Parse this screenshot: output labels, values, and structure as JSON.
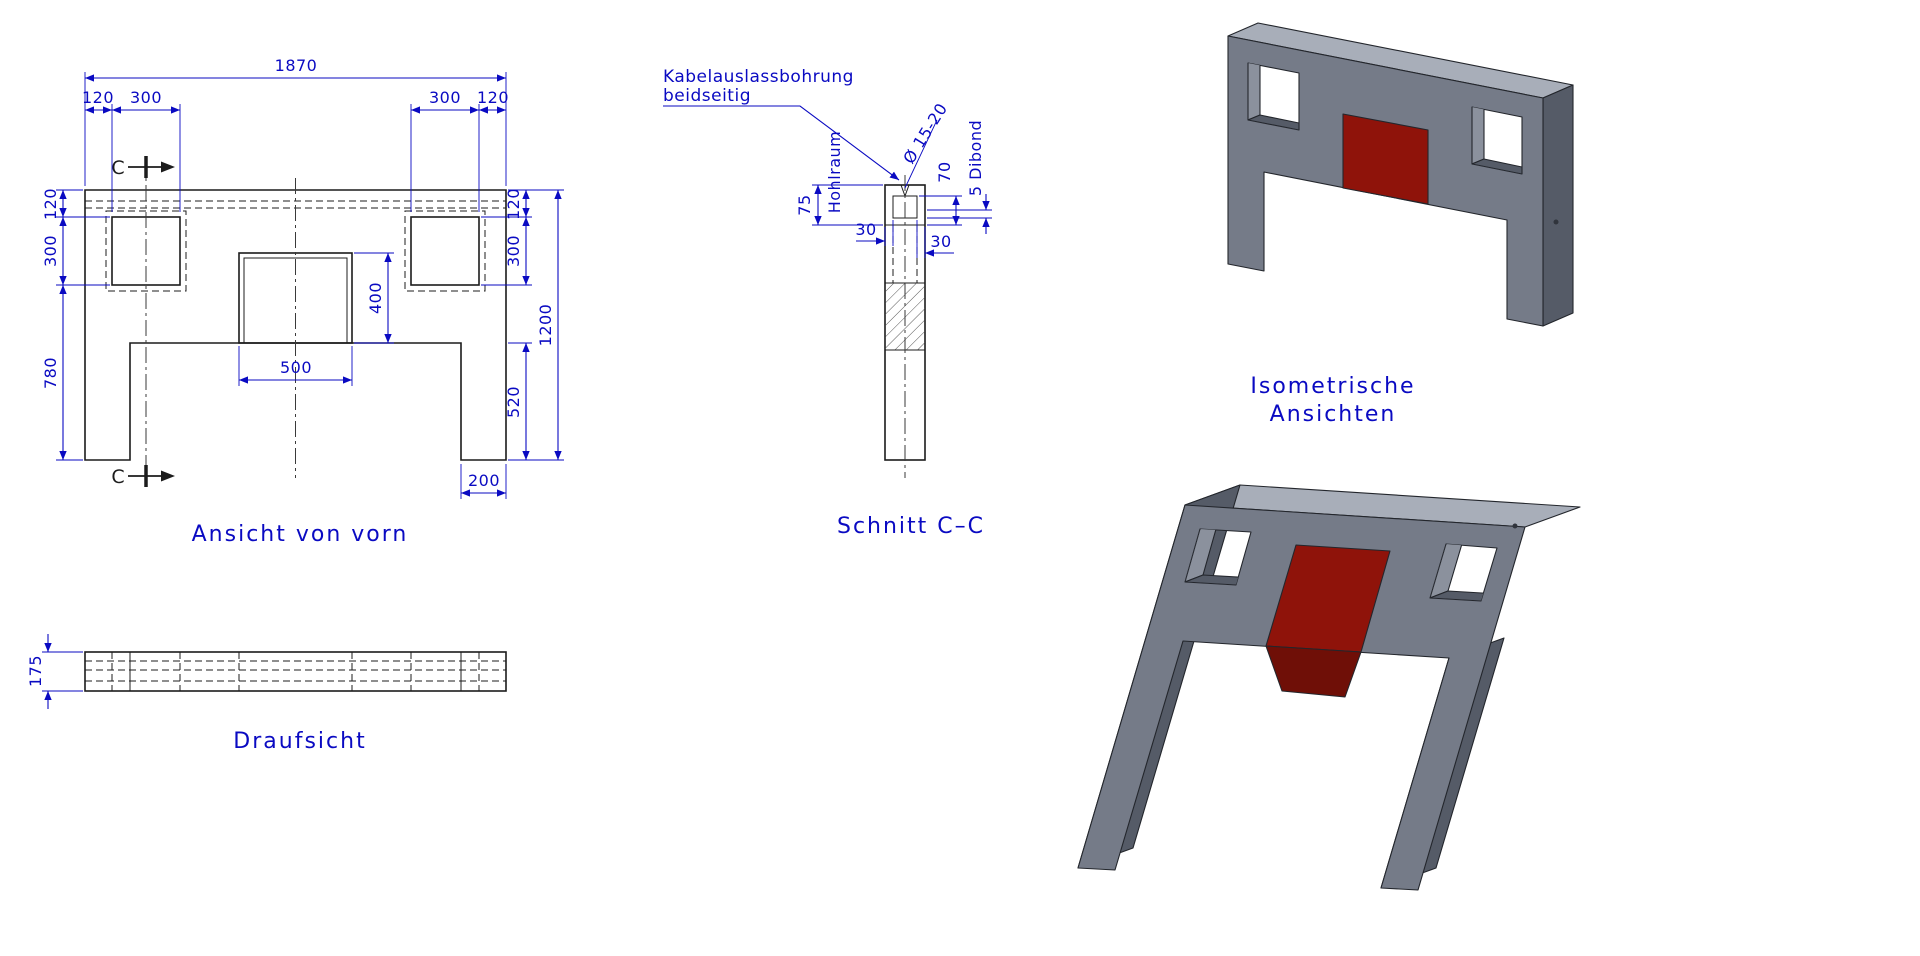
{
  "colors": {
    "dimension_blue": "#0a0ac2",
    "drawing_black": "#1c1c1c",
    "model_gray": "#757b88",
    "model_gray_light": "#a8aeb9",
    "model_gray_mid": "#8b919d",
    "model_gray_dark": "#555b67",
    "panel_red": "#8f130a",
    "panel_red_dark": "#6f0f07"
  },
  "front_view": {
    "title": "Ansicht von vorn",
    "section_mark": "C",
    "dims": {
      "overall_width": "1870",
      "top_offset_left": "120",
      "top_hole_left": "300",
      "top_hole_right": "300",
      "top_offset_right": "120",
      "left_top": "120",
      "left_hole": "300",
      "left_bottom": "780",
      "center_height": "400",
      "center_width": "500",
      "right_top": "120",
      "right_hole": "300",
      "right_bottom": "520",
      "overall_height": "1200",
      "leg_width": "200"
    }
  },
  "top_view": {
    "title": "Draufsicht",
    "dims": {
      "depth": "175"
    }
  },
  "section_view": {
    "title": "Schnitt C–C",
    "callout": {
      "line1": "Kabelauslassbohrung",
      "line2": "beidseitig"
    },
    "dims": {
      "cavity_height": "75",
      "cavity_label": "Hohlraum",
      "wall_left": "30",
      "wall_right": "30",
      "pocket_depth": "70",
      "panel": "5 Dibond",
      "hole_diameter": "Ø 15-20"
    }
  },
  "iso_views": {
    "title_line1": "Isometrische",
    "title_line2": "Ansichten"
  }
}
